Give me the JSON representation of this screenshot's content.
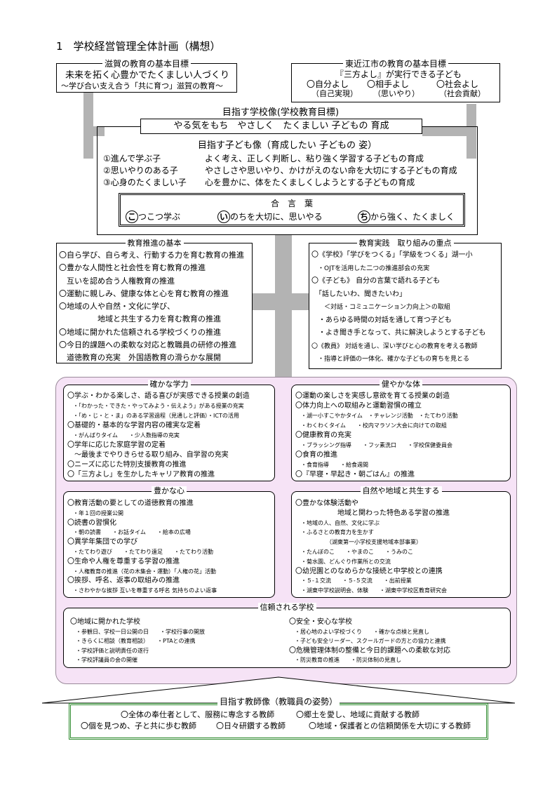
{
  "heading": "1　学校経営管理全体計画（構想）",
  "shiga": {
    "title": "滋賀の教育の基本目標",
    "line1": "未来を拓く心豊かでたくましい人づくり",
    "line2": "～学び合い支え合う「共に育つ」滋賀の教育～"
  },
  "higashiomi": {
    "title": "東近江市の教育の基本目標",
    "line1": "『三方よし』が実行できる子ども",
    "items": [
      "〇自分よし",
      "〇相手よし",
      "〇社会よし"
    ],
    "subs": [
      "（自己実現）",
      "（思いやり）",
      "（社会貢献）"
    ]
  },
  "school_goal": {
    "title": "目指す学校像(学校教育目標)",
    "motto": "やる気をもち　やさしく　たくましい 子どもの 育成"
  },
  "child_goal": {
    "title": "目指す子ども像（育成したい 子どもの 姿）",
    "rows": [
      {
        "label": "①進んで学ぶ子",
        "desc": "よく考え、正しく判断し、粘り強く学習する子どもの育成"
      },
      {
        "label": "②思いやりのある子",
        "desc": "やさしさや思いやり、かけがえのない命を大切にする子どもの育成"
      },
      {
        "label": "③心身のたくましい子",
        "desc": "心を豊かに、体をたくましくしようとする子どもの育成"
      }
    ]
  },
  "slogan": {
    "title": "合　言　葉",
    "items": [
      {
        "letter": "こ",
        "text": "つこつ学ぶ"
      },
      {
        "letter": "い",
        "text": "のちを大切に、思いやる"
      },
      {
        "letter": "ち",
        "text": "から強く、たくましく"
      }
    ]
  },
  "basics": {
    "title": "教育推進の基本",
    "lines": [
      "〇自ら学び、自ら考え、行動する力を育む教育の推進",
      "〇豊かな人間性と社会性を育む教育の推進",
      "　互いを認め合う人権教育の推進",
      "〇運動に親しみ、健康な体と心を育む教育の推進",
      "〇地域の人や自然・文化に学び、",
      "　　　　　地域と共生する力を育む教育の推進",
      "〇地域に開かれた信頼される学校づくりの推進",
      "〇今日的課題への柔軟な対応と教職員の研修の推進",
      "　道徳教育の充実　外国語教育の滑らかな展開"
    ]
  },
  "focus": {
    "title": "教育実践　取り組みの重点",
    "lines": [
      "〇《学校》「学びをつくる」「学級をつくる」湖一小",
      "　・OJTを活用した二つの推進部会の充実",
      "〇《子ども》 自分の言葉で語れる子ども",
      "　「話したいわ、聞きたいわ」",
      "　　＜対話・コミュニケーション力向上＞の取組",
      "　・あらゆる時間の対話を通して育つ子ども",
      "　・よき聞き手となって、共に解決しようとする子ども",
      "〇《教員》 対話を通し、深い学びと心の教育を考える教師",
      "　・指導と評価の一体化、確かな子どもの育ちを見とる"
    ]
  },
  "ability": {
    "title": "確かな学力",
    "lines": [
      "〇学ぶ・わかる楽しさ、語る喜びが実感できる授業の創造",
      "　・「わかった・できた・やってみよう・伝えよう」がある授業の充実",
      "　・「め・じ・と・ま」のある学習過程（見通しと評価）・ICTの活用",
      "〇基礎的・基本的な学習内容の確実な定着",
      "　・がんばりタイム　　・少人数指導の充実",
      "〇学年に応じた家庭学習の定着",
      "　～最後までやりきらせる取り組み、自学習の充実",
      "〇ニーズに応じた特別支援教育の推進",
      "〇「三方よし」を生かしたキャリア教育の推進"
    ]
  },
  "health": {
    "title": "健やかな体",
    "lines": [
      "〇運動の楽しさを実感し意欲を育てる授業の創造",
      "〇体力向上への取組みと運動習慣の確立",
      "　・湖一小すこやかタイム　・チャレンジ活動　・たてわり活動",
      "　・わくわくタイム　　・校内マラソン大会に向けての取組",
      "〇健康教育の充実",
      "　・ブラッシング指導　　・フッ素洗口　　・学校保健委員会",
      "〇食育の推進",
      "　・食育指導　　・給食週間",
      "〇『早寝・早起き・朝ごはん』の推進"
    ]
  },
  "heart": {
    "title": "豊かな心",
    "lines": [
      "〇教育活動の要としての道徳教育の推進",
      "　・年１回の授業公開",
      "〇読書の習慣化",
      "　・朝の読書　　・お話タイム　　・絵本の広場",
      "〇異学年集団での学び",
      "　・たてわり遊び　　・たてわり遠足　　・たてわり活動",
      "〇生命や人権を尊重する学習の推進",
      "　・人権教育の推進（花の木集会・運動）「人権の花」活動",
      "〇挨拶、呼名、返事の取組みの推進",
      "　・さわやかな挨拶 互いを尊重する呼名 気持ちのよい返事"
    ]
  },
  "nature": {
    "title": "自然や地域と共生する",
    "lines": [
      "〇豊かな体験活動や",
      "　　　　　　地域と関わった特色ある学習の推進",
      "　・地域の人、自然、文化に学ぶ",
      "　・ふるさとの教育力を生かす",
      "　　　　　　（湖東第一小学校支援地域本部事業）",
      "　・たんぼのこ　　・やまのこ　　・うみのこ",
      "　・菊水園、どんぐり作業所との交流",
      "〇幼児園とのなめらかな接続と中学校との連携",
      "　・５-１交流　　・５-５交流　　・出前授業",
      "　・湖東中学校説明会、体験　　・湖東中学校区教育研究会"
    ]
  },
  "trust": {
    "title": "信頼される学校",
    "left": [
      "〇地域に開かれた学校",
      "　・参観日、学校一日公開の日　　・学校行事の開放",
      "　・きらくに相談（教育相談）　　・PTAとの連携",
      "　・学校評価と説明責任の遂行",
      "　・学校評議員の会の開催"
    ],
    "right": [
      "〇安全・安心な学校",
      "　・居心地のよい学校づくり　　・確かな点検と見直し",
      "　・子ども安全リーダー、スクールガードの方との協力と連携",
      "〇危機管理体制の整備と今日的課題への柔軟な対応",
      "　・防災教育の推進　　・防災体制の見直し"
    ]
  },
  "teacher": {
    "title": "目指す教師像（教職員の姿勢）",
    "line1a": "〇全体の奉仕者として、服務に専念する教師",
    "line1b": "〇郷土を愛し、地域に貢献する教師",
    "line2": [
      "〇個を見つめ、子と共に歩む教師",
      "〇日々研鑽する教師",
      "〇地域・保護者との信頼関係を大切にする教師"
    ]
  }
}
